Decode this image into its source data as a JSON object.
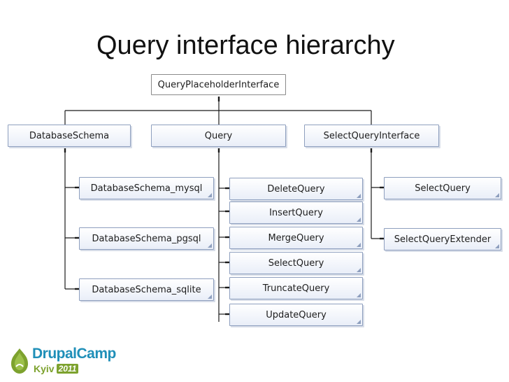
{
  "title": "Query interface hierarchy",
  "colors": {
    "line": "#1a1a1a",
    "node_border": "#8e9fbe",
    "node_fill": "#e9eef8",
    "logo_blue": "#1f8fb8",
    "logo_green": "#7da22e"
  },
  "nodes": {
    "root": "QueryPlaceholderInterface",
    "database_schema": "DatabaseSchema",
    "query": "Query",
    "select_query_interface": "SelectQueryInterface",
    "database_schema_children": [
      "DatabaseSchema_mysql",
      "DatabaseSchema_pgsql",
      "DatabaseSchema_sqlite"
    ],
    "query_children": [
      "DeleteQuery",
      "InsertQuery",
      "MergeQuery",
      "SelectQuery",
      "TruncateQuery",
      "UpdateQuery"
    ],
    "select_query_interface_children": [
      "SelectQuery",
      "SelectQueryExtender"
    ]
  },
  "logo": {
    "name": "DrupalCamp",
    "city": "Kyiv",
    "year": "2011",
    "icon": "drupal-leaf-icon"
  }
}
